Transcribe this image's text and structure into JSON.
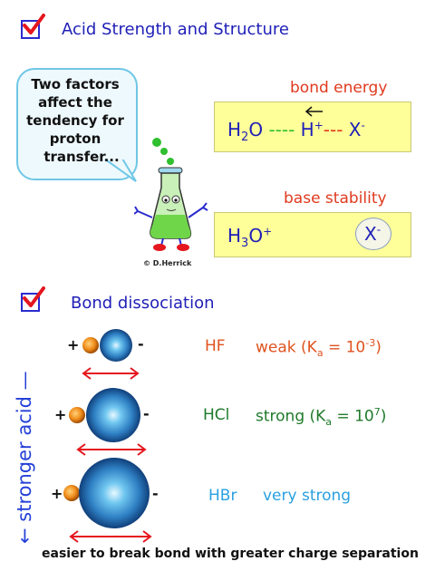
{
  "section1": {
    "title": "Acid Strength and Structure"
  },
  "bubble": {
    "lines": [
      "Two factors",
      "affect the",
      "tendency for",
      "proton",
      "transfer..."
    ]
  },
  "bond_energy": {
    "label": "bond energy",
    "h2o": "H",
    "h2o_sub": "2",
    "h2o_o": "O",
    "dash_blue": "----",
    "h": "H",
    "h_sup": "+",
    "dash_red": "---",
    "x": "X",
    "x_sup": "-"
  },
  "base_stability": {
    "label": "base stability",
    "h3o": "H",
    "h3o_sub": "3",
    "h3o_o": "O",
    "h3o_sup": "+",
    "x": "X",
    "x_sup": "-"
  },
  "copyright": "© D.Herrick",
  "section2": {
    "title": "Bond dissociation"
  },
  "side_label": "← stronger acid —",
  "rows": [
    {
      "formula": "HF",
      "desc": "weak (K",
      "sub": "a",
      "mid": " = 10",
      "sup": "-3",
      "end": ")",
      "color": "#e0531f"
    },
    {
      "formula": "HCl",
      "desc": "strong (K",
      "sub": "a",
      "mid": " = 10",
      "sup": "7",
      "end": ")",
      "color": "#1f7a2a"
    },
    {
      "formula": "HBr",
      "desc": "very strong",
      "sub": "",
      "mid": "",
      "sup": "",
      "end": "",
      "color": "#2aa0e0"
    }
  ],
  "signs": {
    "plus": "+",
    "minus": "-"
  },
  "footer": "easier to break bond with greater charge separation",
  "colors": {
    "heading": "#1f1fb8",
    "red": "#e03a1e",
    "box": "#ffff99",
    "bubble_border": "#6fc7e6"
  }
}
